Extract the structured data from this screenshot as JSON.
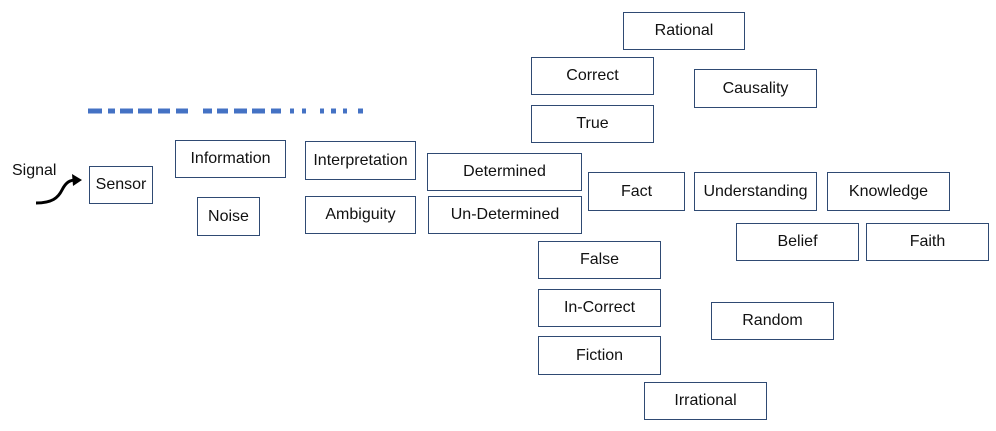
{
  "diagram": {
    "signal_label": "Signal",
    "nodes": {
      "sensor": "Sensor",
      "information": "Information",
      "noise": "Noise",
      "interpretation": "Interpretation",
      "ambiguity": "Ambiguity",
      "determined": "Determined",
      "un_determined": "Un-Determined",
      "rational": "Rational",
      "correct": "Correct",
      "true": "True",
      "causality": "Causality",
      "fact": "Fact",
      "understanding": "Understanding",
      "knowledge": "Knowledge",
      "belief": "Belief",
      "faith": "Faith",
      "false": "False",
      "in_correct": "In-Correct",
      "fiction": "Fiction",
      "random": "Random",
      "irrational": "Irrational"
    },
    "colors": {
      "box_border": "#2f4a73",
      "dash_line": "#4472c4",
      "arrow": "#000000"
    },
    "icons": [
      "curved-arrow-icon"
    ]
  }
}
